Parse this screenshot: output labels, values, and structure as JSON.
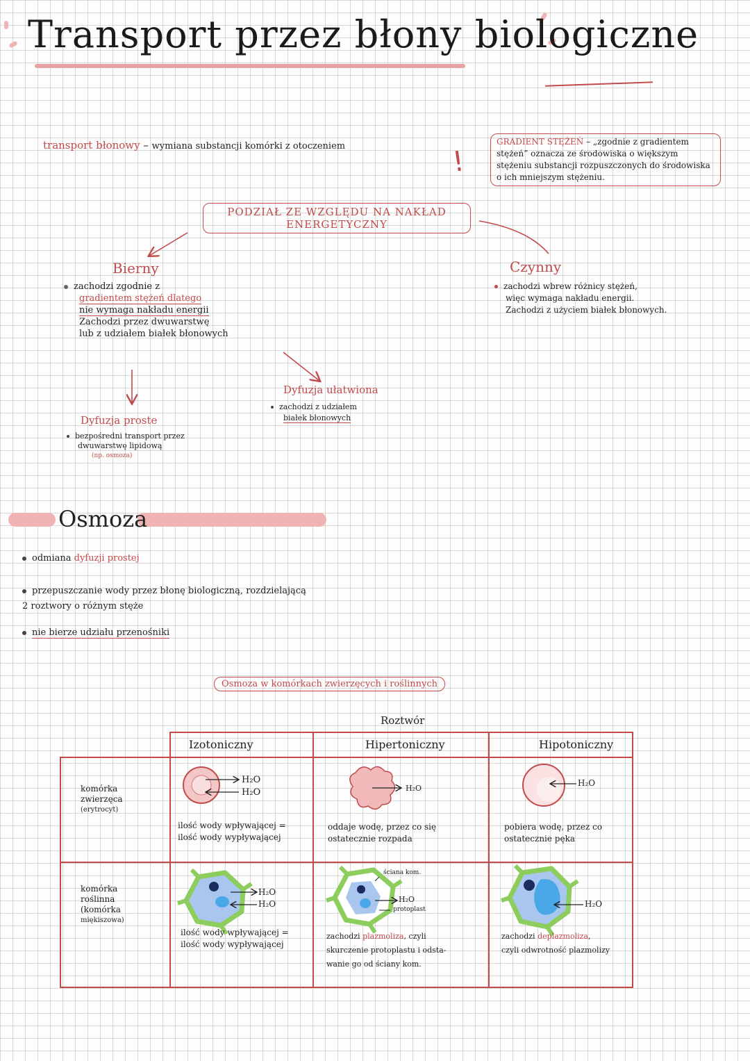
{
  "title": "Transport przez błony biologiczne",
  "definition": {
    "term": "transport błonowy",
    "dash": "–",
    "text": "wymiana substancji komórki z otoczeniem"
  },
  "exclamation": "!",
  "gradient_box": {
    "term": "GRADIENT STĘŻEŃ",
    "text": "– „zgodnie z gradientem stężeń” oznacza ze środowiska o większym stężeniu substancji rozpuszczonych do środowiska o ich mniejszym stężeniu."
  },
  "division_label": "PODZIAŁ ZE WZGLĘDU NA NAKŁAD ENERGETYCZNY",
  "passive": {
    "heading": "Bierny",
    "lines": [
      "zachodzi zgodnie z",
      "gradientem stężeń dlatego",
      "nie wymaga nakładu energii",
      "Zachodzi przez dwuwarstwę",
      "lub z udziałem białek błonowych"
    ]
  },
  "active": {
    "heading": "Czynny",
    "lines": [
      "zachodzi wbrew różnicy stężeń,",
      "więc wymaga nakładu energii.",
      "Zachodzi z użyciem białek błonowych."
    ]
  },
  "facilitated": {
    "heading": "Dyfuzja ułatwiona",
    "lines": [
      "zachodzi z udziałem",
      "białek błonowych"
    ]
  },
  "simple": {
    "heading": "Dyfuzja proste",
    "lines": [
      "bezpośredni transport przez",
      "dwuwarstwę lipidową",
      "(np. osmoza)"
    ]
  },
  "osmosis": {
    "heading": "Osmoza",
    "bullets": [
      {
        "a": "odmiana ",
        "b": "dyfuzji prostej"
      },
      {
        "a": "przepuszczanie wody przez błonę biologiczną, rozdzielającą 2 roztwory o różnym stęże",
        "b": ""
      },
      {
        "a": "nie bierze udziału przenośniki",
        "b": ""
      }
    ]
  },
  "table": {
    "caption": "Osmoza w komórkach zwierzęcych i roślinnych",
    "solution_label": "Roztwór",
    "columns": [
      "Izotoniczny",
      "Hipertoniczny",
      "Hipotoniczny"
    ],
    "rows": [
      {
        "label": [
          "komórka",
          "zwierzęca",
          "(erytrocyt)"
        ],
        "cells": [
          {
            "h2o": [
              "H₂O",
              "H₂O"
            ],
            "text": [
              "ilość wody wpływającej =",
              "ilość wody wypływającej"
            ]
          },
          {
            "h2o": [
              "H₂O"
            ],
            "text": [
              "oddaje wodę, przez co się",
              "ostatecznie rozpada"
            ]
          },
          {
            "h2o": [
              "H₂O"
            ],
            "text": [
              "pobiera wodę, przez co",
              "ostatecznie pęka"
            ]
          }
        ]
      },
      {
        "label": [
          "komórka",
          "roślinna",
          "(komórka",
          "miękiszowa)"
        ],
        "cells": [
          {
            "h2o": [
              "H₂O",
              "H₂O"
            ],
            "text": [
              "ilość wody wpływającej =",
              "ilość wody wypływającej"
            ]
          },
          {
            "h2o": [
              "H₂O"
            ],
            "extra": [
              "ściana kom.",
              "protoplast"
            ],
            "text": [
              "zachodzi plazmoliza, czyli",
              "skurczenie protoplastu i odsta-",
              "wanie go od ściany kom."
            ],
            "highlight": "plazmoliza"
          },
          {
            "h2o": [
              "H₂O"
            ],
            "text": [
              "zachodzi deplazmoliza,",
              "czyli odwrotność plazmolizy"
            ],
            "highlight": "deplazmoliza"
          }
        ]
      }
    ]
  },
  "colors": {
    "accent": "#c24a4a",
    "highlight": "#e6a4a4",
    "plant_wall": "#9ad16a",
    "cell_fill": "#a9c7ee",
    "vacuole": "#4aa8e8",
    "nucleus": "#1b2b5e"
  }
}
